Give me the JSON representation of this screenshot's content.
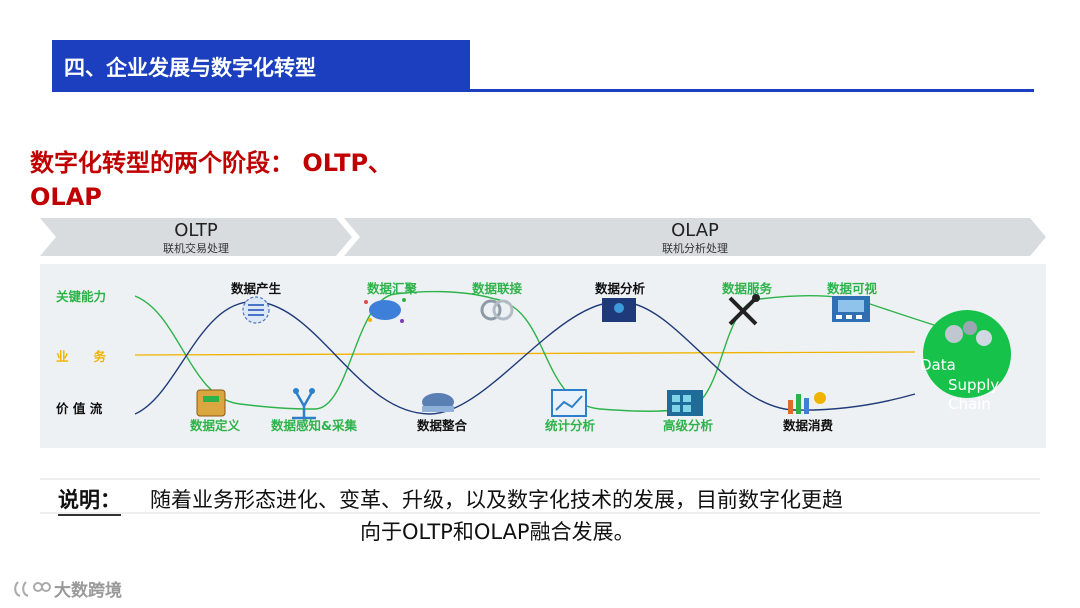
{
  "header": {
    "title": "四、企业发展与数字化转型"
  },
  "subtitle": {
    "line1": "数字化转型的两个阶段：  OLTP、",
    "line2": "OLAP"
  },
  "stages": [
    {
      "title": "OLTP",
      "sub": "联机交易处理"
    },
    {
      "title": "OLAP",
      "sub": "联机分析处理"
    }
  ],
  "legend": {
    "capability": "关键能力",
    "business": "业　　务",
    "value_flow": "价 值 流"
  },
  "top_nodes": [
    "数据产生",
    "数据汇聚",
    "数据联接",
    "数据分析",
    "数据服务",
    "数据可视"
  ],
  "bottom_nodes": [
    "数据定义",
    "数据感知&采集",
    "数据整合",
    "统计分析",
    "高级分析",
    "数据消费"
  ],
  "end_node": {
    "line1": "Data",
    "line2": "Supply",
    "line3": "Chain"
  },
  "note": {
    "label": "说明：",
    "line1": "随着业务形态进化、变革、升级，以及数字化技术的发展，目前数字化更趋",
    "line2": "向于OLTP和OLAP融合发展。"
  },
  "watermark": {
    "text": "大数跨境"
  },
  "colors": {
    "title_bar": "#1b3fbf",
    "subtitle": "#c00000",
    "green": "#2db34a",
    "navy": "#1f3a7a",
    "gold": "#f0b400",
    "panel": "#eef1f3",
    "arrow": "#d9dcdf"
  }
}
